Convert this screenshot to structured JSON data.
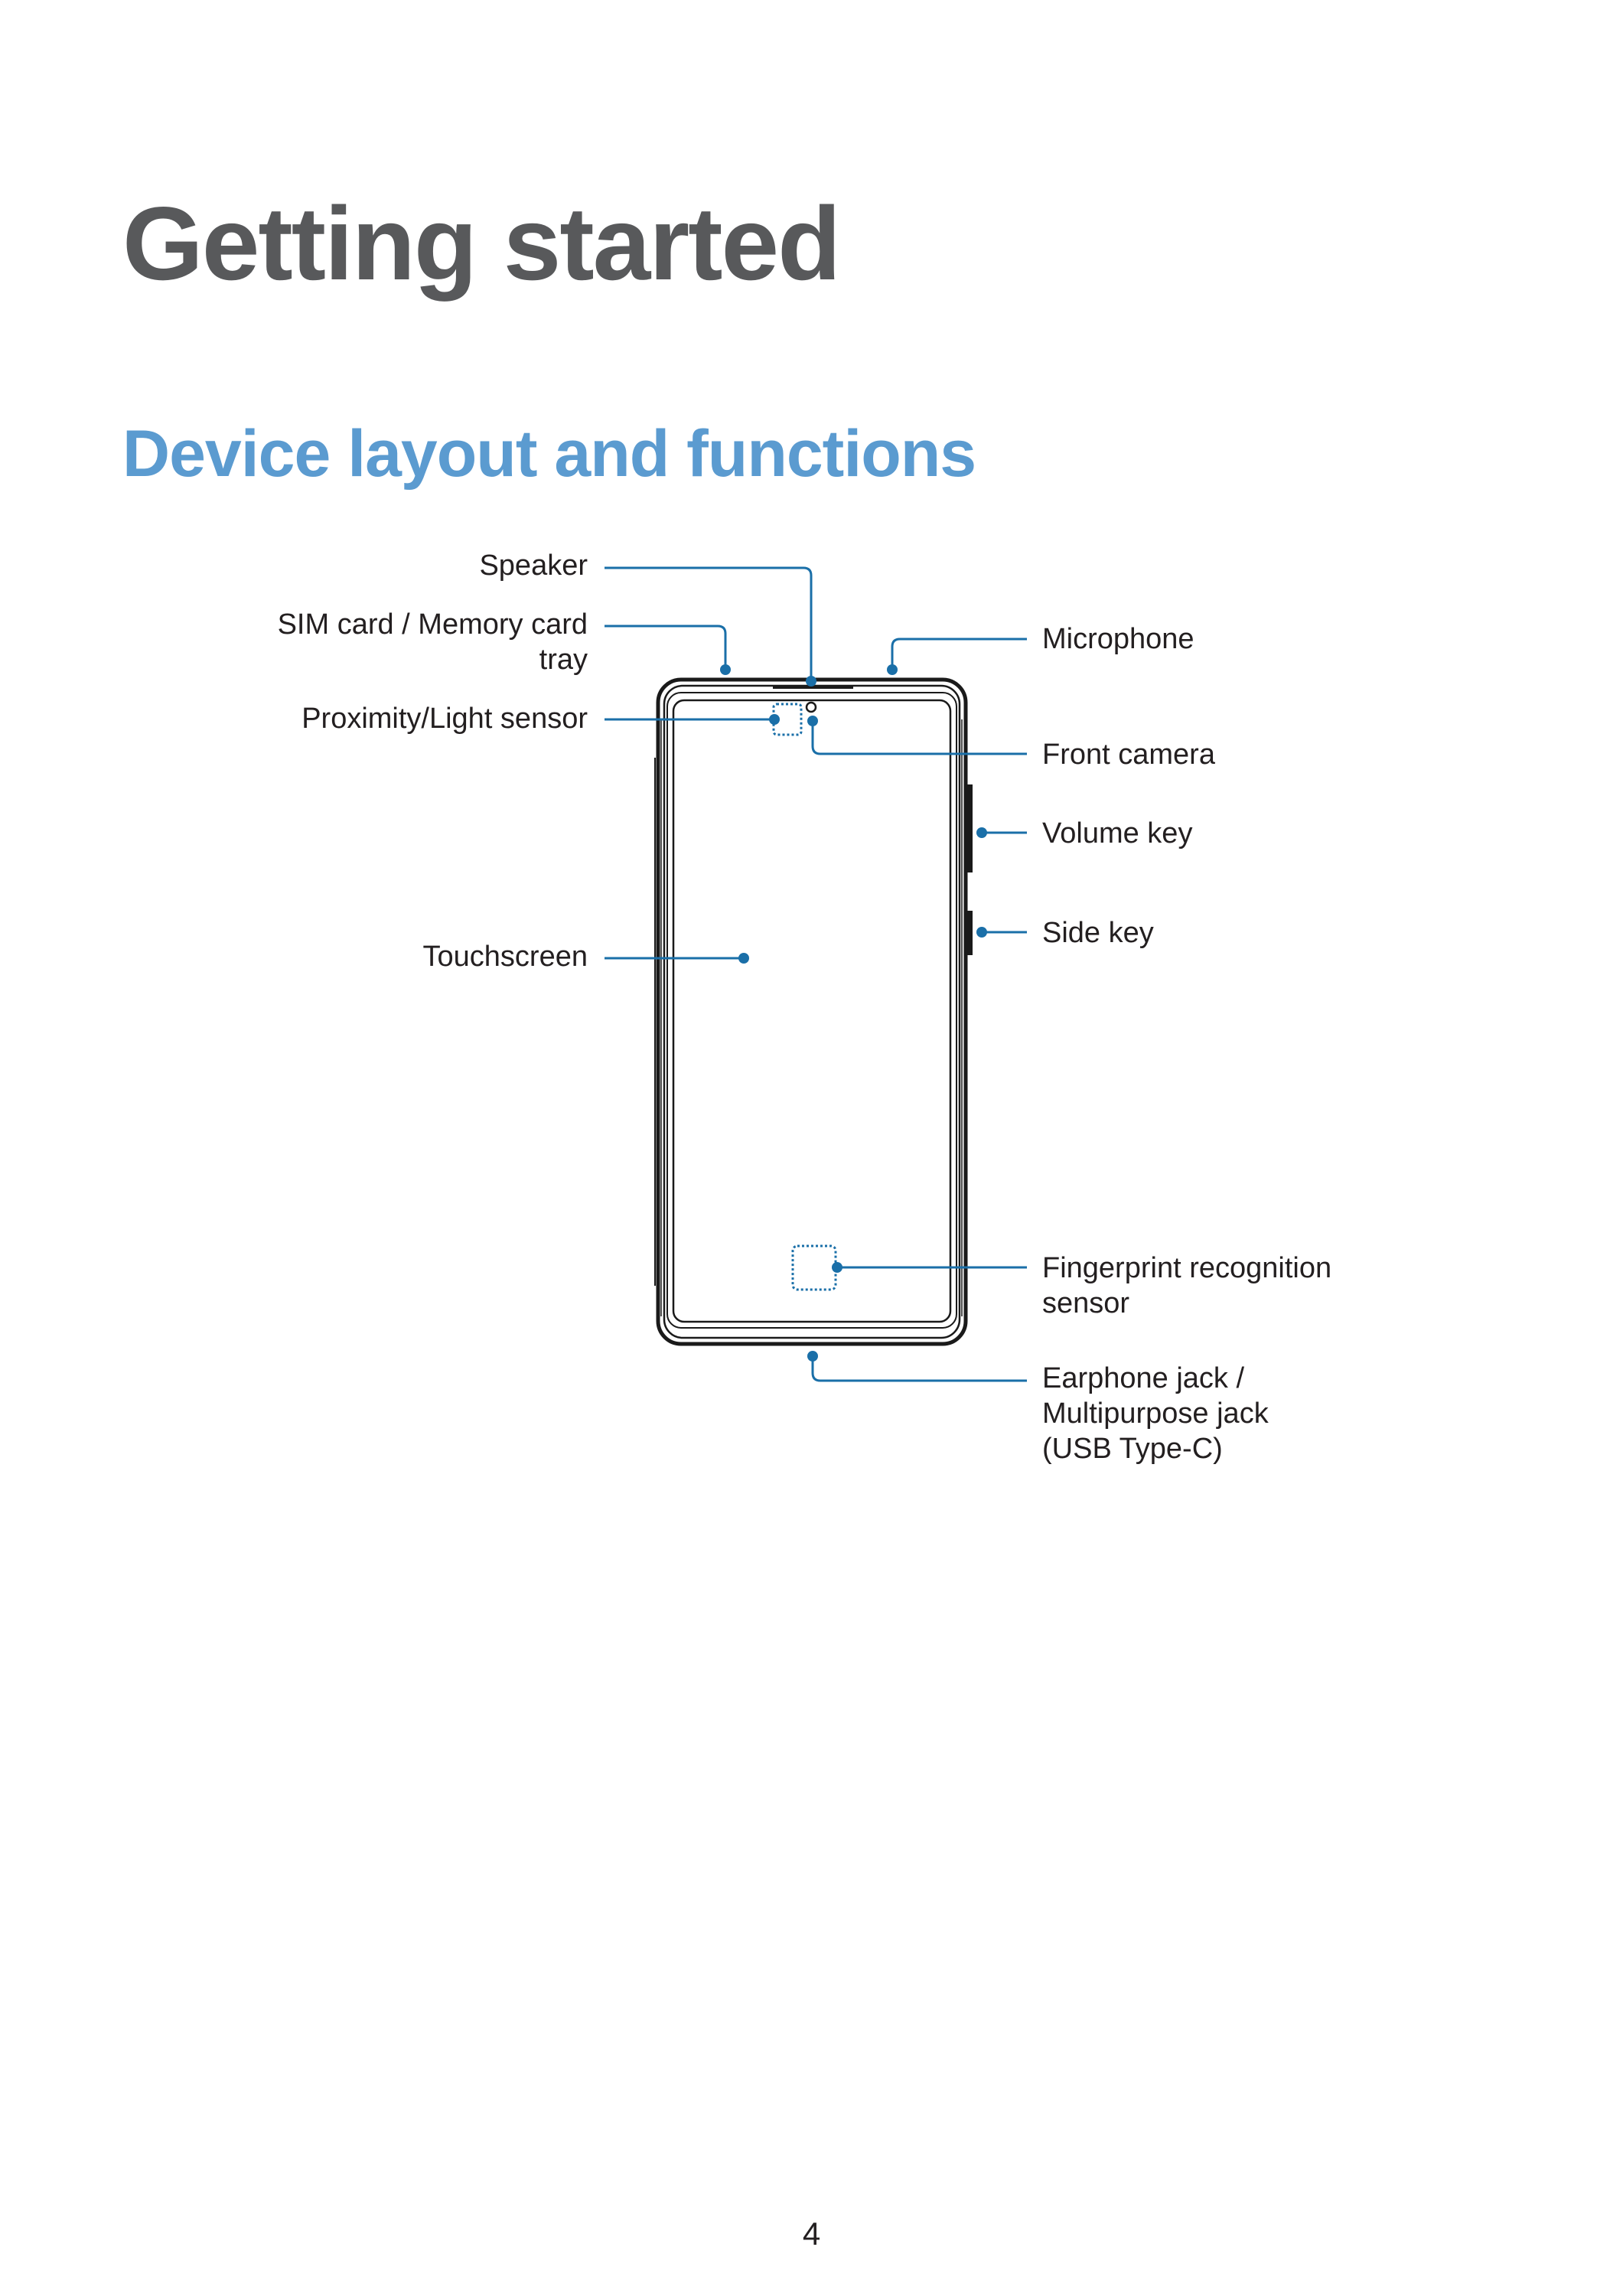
{
  "page": {
    "title": "Getting started",
    "section_title": "Device layout and functions",
    "page_number": "4"
  },
  "diagram": {
    "callout_color": "#1a6fa8",
    "labels": {
      "speaker": "Speaker",
      "sim_tray_line1": "SIM card / Memory card",
      "sim_tray_line2": "tray",
      "proximity_sensor": "Proximity/Light sensor",
      "touchscreen": "Touchscreen",
      "microphone": "Microphone",
      "front_camera": "Front camera",
      "volume_key": "Volume key",
      "side_key": "Side key",
      "fingerprint_line1": "Fingerprint recognition",
      "fingerprint_line2": "sensor",
      "jack_line1": "Earphone jack /",
      "jack_line2": "Multipurpose jack",
      "jack_line3": "(USB Type-C)"
    }
  }
}
